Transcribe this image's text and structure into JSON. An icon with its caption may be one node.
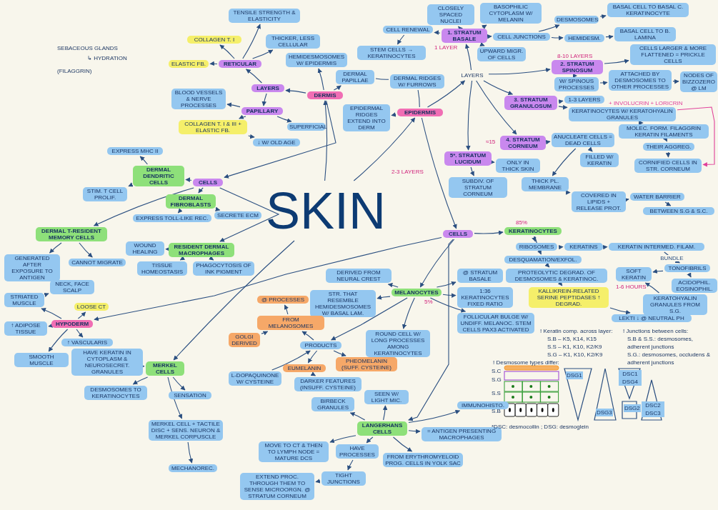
{
  "diagram": {
    "nodes": [
      {
        "text": [
          "SKIN"
        ]
      },
      {
        "text": [
          "DERMIS"
        ]
      },
      {
        "text": [
          "HEMIDESMOSOMES W/ EPIDERMIS"
        ]
      },
      {
        "text": [
          "DERMAL PAPILLAE"
        ]
      },
      {
        "text": [
          "LAYERS"
        ]
      },
      {
        "text": [
          "RETICULAR"
        ]
      },
      {
        "text": [
          "COLLAGEN T. I"
        ]
      },
      {
        "text": [
          "TENSILE STRENGTH & ELASTICITY"
        ]
      },
      {
        "text": [
          "ELASTIC FB."
        ]
      },
      {
        "text": [
          "THICKER, LESS CELLULAR"
        ]
      },
      {
        "text": [
          "PAPILLARY"
        ]
      },
      {
        "text": [
          "BLOOD VESSELS & NERVE PROCESSES"
        ]
      },
      {
        "text": [
          "SUPERFICIAL"
        ]
      },
      {
        "text": [
          "COLLAGEN T. I & III + ELASTIC FB."
        ]
      },
      {
        "text": [
          "↓ W/ OLD AGE"
        ]
      },
      {
        "text": [
          "CELLS"
        ]
      },
      {
        "text": [
          "DERMAL DENDRITIC CELLS"
        ]
      },
      {
        "text": [
          "EXPRESS MHC II"
        ]
      },
      {
        "text": [
          "STIM. T CELL PROLIF."
        ]
      },
      {
        "text": [
          "DERMAL FIBROBLASTS"
        ]
      },
      {
        "text": [
          "SECRETE ECM"
        ]
      },
      {
        "text": [
          "EXPRESS TOLL-LIKE REC."
        ]
      },
      {
        "text": [
          "RESIDENT DERMAL MACROPHAGES"
        ]
      },
      {
        "text": [
          "WOUND HEALING"
        ]
      },
      {
        "text": [
          "TISSUE HOMEOSTASIS"
        ]
      },
      {
        "text": [
          "PHAGOCYTOSIS OF INK PIGMENT"
        ]
      },
      {
        "text": [
          "DERMAL T-RESIDENT MEMORY CELLS"
        ]
      },
      {
        "text": [
          "GENERATED AFTER EXPOSURE TO ANTIGEN"
        ]
      },
      {
        "text": [
          "CANNOT MIGRATE"
        ]
      },
      {
        "text": [
          "HYPODERM"
        ]
      },
      {
        "text": [
          "NECK, FACE SCALP"
        ]
      },
      {
        "text": [
          "STRIATED MUSCLE"
        ]
      },
      {
        "text": [
          "LOOSE CT"
        ]
      },
      {
        "text": [
          "↑ ADIPOSE TISSUE"
        ]
      },
      {
        "text": [
          "↑ VASCULARIS"
        ]
      },
      {
        "text": [
          "SMOOTH MUSCLE"
        ]
      },
      {
        "text": [
          "EPIDERMIS"
        ]
      },
      {
        "text": [
          "DERMAL RIDGES W/ FURROWS"
        ]
      },
      {
        "text": [
          "EPIDERMAL RIDGES EXTEND INTO DERM"
        ]
      },
      {
        "text": [
          "LAYERS"
        ]
      },
      {
        "text": [
          "1. STRATUM BASALE"
        ],
        "beside": [
          "1 LAYER"
        ]
      },
      {
        "text": [
          "CLOSELY SPACED NUCLEI"
        ]
      },
      {
        "text": [
          "BASOPHILIC CYTOPLASM W/ MELANIN"
        ]
      },
      {
        "text": [
          "CELL RENEWAL"
        ]
      },
      {
        "text": [
          "STEM CELLS → KERATINOCYTES"
        ]
      },
      {
        "text": [
          "CELL JUNCTIONS"
        ]
      },
      {
        "text": [
          "DESMOSOMES"
        ]
      },
      {
        "text": [
          "BASAL CELL TO BASAL C. KERATINOCYTE"
        ]
      },
      {
        "text": [
          "HEMIDESM."
        ]
      },
      {
        "text": [
          "BASAL CELL TO B. LAMINA"
        ]
      },
      {
        "text": [
          "UPWARD MIGR. OF CELLS"
        ]
      },
      {
        "text": [
          "2. STRATUM SPINOSUM"
        ],
        "beside": [
          "8-10 LAYERS"
        ]
      },
      {
        "text": [
          "CELLS LARGER & MORE FLATTENED = PRICKLE CELLS"
        ]
      },
      {
        "text": [
          "W/ SPINOUS PROCESSES"
        ]
      },
      {
        "text": [
          "ATTACHED BY DESMOSOMES TO OTHER PROCESSES"
        ]
      },
      {
        "text": [
          "NODES OF BIZZOZERO @ LM"
        ]
      },
      {
        "text": [
          "3. STRATUM GRANULOSUM"
        ]
      },
      {
        "text": [
          "1-3 LAYERS"
        ]
      },
      {
        "text": [
          "KERATINOCYTES W/ KERATOHYALIN GRANULES"
        ]
      },
      {
        "text": [
          "MOLEC. FORM. FILAGGRIN KERATIN FILAMENTS"
        ]
      },
      {
        "text": [
          "THEIR AGGREG."
        ]
      },
      {
        "text": [
          "CORNIFIED CELLS IN STR. CORNEUM"
        ]
      },
      {
        "text": [
          "4. STRATUM CORNEUM"
        ],
        "beside": [
          "≈15"
        ]
      },
      {
        "text": [
          "ANUCLEATE CELLS = DEAD CELLS"
        ]
      },
      {
        "text": [
          "FILLED W/ KERATIN"
        ]
      },
      {
        "text": [
          "THICK PL. MEMBRANE"
        ]
      },
      {
        "text": [
          "COVERED IN LIPIDS + RELEASE PROT."
        ]
      },
      {
        "text": [
          "WATER BARRIER"
        ]
      },
      {
        "text": [
          "BETWEEN S.G & S.C."
        ]
      },
      {
        "text": [
          "5*. STRATUM LUCIDUM"
        ],
        "beside": [
          "2-3 LAYERS"
        ]
      },
      {
        "text": [
          "ONLY IN THICK SKIN"
        ]
      },
      {
        "text": [
          "SUBDIV. OF STRATUM CORNEUM"
        ]
      },
      {
        "text": [
          "CELLS"
        ]
      },
      {
        "text": [
          "KERATINOCYTES"
        ],
        "beside": [
          "85%"
        ]
      },
      {
        "text": [
          "RIBOSOMES"
        ]
      },
      {
        "text": [
          "KERATINS"
        ]
      },
      {
        "text": [
          "KERATIN INTERMED. FILAM."
        ]
      },
      {
        "text": [
          "TONOFIBRILS"
        ]
      },
      {
        "text": [
          "ACIDOPHIL. EOSINOPHIL."
        ]
      },
      {
        "text": [
          "SOFT KERATIN"
        ],
        "beside": [
          "1-6 HOURS"
        ]
      },
      {
        "text": [
          "KERATOHYALIN GRANULES FROM S.G."
        ]
      },
      {
        "text": [
          "DESQUAMATION/EXFOL."
        ]
      },
      {
        "text": [
          "PROTEOLYTIC DEGRAD. OF DESMOSOMES & KERATINOC."
        ]
      },
      {
        "text": [
          "KALLIKREIN-RELATED SERINE PEPTIDASES ↑ DEGRAD."
        ]
      },
      {
        "text": [
          "LEKTI ↓ @ NEUTRAL PH"
        ]
      },
      {
        "text": [
          "MELANOCYTES"
        ],
        "beside": [
          "5%"
        ]
      },
      {
        "text": [
          "DERIVED FROM NEURAL CREST"
        ]
      },
      {
        "text": [
          "@ STRATUM BASALE"
        ]
      },
      {
        "text": [
          "1:36 KERATINOCYTES FIXED RATIO"
        ]
      },
      {
        "text": [
          "STR. THAT RESEMBLE HEMIDESMOSOMES W/ BASAL LAM."
        ]
      },
      {
        "text": [
          "ROUND CELL W/ LONG PROCESSES AMONG KERATINOCYTES"
        ]
      },
      {
        "text": [
          "FOLLICULAR BULGE W/ UNDIFF. MELANOC. STEM CELLS PAX3 ACTIVATED"
        ]
      },
      {
        "text": [
          "PRODUCTS"
        ]
      },
      {
        "text": [
          "FROM MELANOSOMES"
        ]
      },
      {
        "text": [
          "@ PROCESSES"
        ]
      },
      {
        "text": [
          "GOLGI DERIVED"
        ]
      },
      {
        "text": [
          "PHEOMELANIN (SUFF. CYSTEINE)"
        ]
      },
      {
        "text": [
          "EUMELANIN"
        ]
      },
      {
        "text": [
          "DARKER FEATURES (INSUFF. CYSTEINE)"
        ]
      },
      {
        "text": [
          "L-DOPAQUINONE W/ CYSTEINE"
        ]
      },
      {
        "text": [
          "MERKEL CELLS"
        ]
      },
      {
        "text": [
          "HAVE KERATIN IN CYTOPLASM & NEUROSECRET. GRANULES"
        ]
      },
      {
        "text": [
          "DESMOSOMES TO KERATINOCYTES"
        ]
      },
      {
        "text": [
          "SENSATION"
        ]
      },
      {
        "text": [
          "MERKEL CELL + TACTILE DISC + SENS. NEURON & MERKEL CORPUSCLE"
        ]
      },
      {
        "text": [
          "MECHANOREC."
        ]
      },
      {
        "text": [
          "LANGERHANS CELLS"
        ]
      },
      {
        "text": [
          "BIRBECK GRANULES"
        ]
      },
      {
        "text": [
          "SEEN W/ LIGHT MIC."
        ]
      },
      {
        "text": [
          "IMMUNOHISTO."
        ]
      },
      {
        "text": [
          "MOVE TO CT & THEN TO LYMPH NODE = MATURE DCS"
        ]
      },
      {
        "text": [
          "HAVE PROCESSES"
        ]
      },
      {
        "text": [
          "TIGHT JUNCTIONS"
        ]
      },
      {
        "text": [
          "EXTEND PROC. THROUGH THEM TO SENSE MICROORGN. @ STRATUM CORNEUM"
        ]
      },
      {
        "text": [
          "FROM ERYTHROMYELOID PROG. CELLS IN YOLK SAC"
        ]
      },
      {
        "text": [
          "= ANTIGEN PRESENTING MACROPHAGES"
        ]
      }
    ],
    "edges": [
      {
        "from": 0,
        "to": 1,
        "arrow": "to"
      },
      {
        "from": 1,
        "to": 2,
        "arrow": "to"
      },
      {
        "from": 1,
        "to": 3,
        "arrow": "to"
      },
      {
        "from": 1,
        "to": 4,
        "arrow": "to"
      },
      {
        "from": 4,
        "to": 5,
        "arrow": "to"
      },
      {
        "from": 5,
        "to": 6,
        "arrow": "to"
      },
      {
        "from": 5,
        "to": 7,
        "arrow": "to"
      },
      {
        "from": 5,
        "to": 8,
        "arrow": "to"
      },
      {
        "from": 5,
        "to": 9,
        "arrow": "to"
      },
      {
        "from": 4,
        "to": 10,
        "arrow": "to"
      },
      {
        "from": 10,
        "to": 11,
        "arrow": "to"
      },
      {
        "from": 10,
        "to": 12,
        "arrow": "to"
      },
      {
        "from": 10,
        "to": 13,
        "arrow": "to"
      },
      {
        "from": 13,
        "to": 14,
        "arrow": "to"
      },
      {
        "from": 1,
        "to": 15,
        "arrow": "to"
      },
      {
        "from": 15,
        "to": 16,
        "arrow": "to"
      },
      {
        "from": 16,
        "to": 17,
        "arrow": "to"
      },
      {
        "from": 16,
        "to": 18,
        "arrow": "to"
      },
      {
        "from": 15,
        "to": 19,
        "arrow": "to"
      },
      {
        "from": 19,
        "to": 20,
        "arrow": "to"
      },
      {
        "from": 19,
        "to": 21,
        "arrow": "to"
      },
      {
        "from": 15,
        "to": 22,
        "arrow": "to"
      },
      {
        "from": 22,
        "to": 23,
        "arrow": "to"
      },
      {
        "from": 22,
        "to": 24,
        "arrow": "to"
      },
      {
        "from": 22,
        "to": 25,
        "arrow": "to"
      },
      {
        "from": 15,
        "to": 26,
        "arrow": "to"
      },
      {
        "from": 26,
        "to": 27,
        "arrow": "to"
      },
      {
        "from": 26,
        "to": 28,
        "arrow": "to"
      },
      {
        "from": 72,
        "to": 29,
        "arrow": "to"
      },
      {
        "from": 29,
        "to": 31,
        "arrow": "to"
      },
      {
        "from": 31,
        "to": 30,
        "arrow": "to"
      },
      {
        "from": 29,
        "to": 32,
        "arrow": "to"
      },
      {
        "from": 29,
        "to": 33,
        "arrow": "to"
      },
      {
        "from": 29,
        "to": 34,
        "arrow": "to"
      },
      {
        "from": 29,
        "to": 35,
        "arrow": "to"
      },
      {
        "from": 0,
        "to": 36,
        "arrow": "to"
      },
      {
        "from": 3,
        "to": 37,
        "arrow": "none"
      },
      {
        "from": 36,
        "to": 37,
        "arrow": "none"
      },
      {
        "from": 36,
        "to": 38,
        "arrow": "to"
      },
      {
        "from": 36,
        "to": 39,
        "arrow": "to"
      },
      {
        "from": 39,
        "to": 40,
        "arrow": "to"
      },
      {
        "from": 40,
        "to": 41,
        "arrow": "to"
      },
      {
        "from": 40,
        "to": 42,
        "arrow": "to"
      },
      {
        "from": 40,
        "to": 43,
        "arrow": "to"
      },
      {
        "from": 43,
        "to": 44,
        "arrow": "to"
      },
      {
        "from": 40,
        "to": 45,
        "arrow": "to"
      },
      {
        "from": 45,
        "to": 46,
        "arrow": "to"
      },
      {
        "from": 46,
        "to": 47,
        "arrow": "to"
      },
      {
        "from": 45,
        "to": 48,
        "arrow": "to"
      },
      {
        "from": 48,
        "to": 49,
        "arrow": "to"
      },
      {
        "from": 40,
        "to": 50,
        "arrow": "to"
      },
      {
        "from": 39,
        "to": 51,
        "arrow": "to"
      },
      {
        "from": 51,
        "to": 52,
        "arrow": "to"
      },
      {
        "from": 51,
        "to": 53,
        "arrow": "to"
      },
      {
        "from": 53,
        "to": 54,
        "arrow": "to"
      },
      {
        "from": 54,
        "to": 55,
        "arrow": "to"
      },
      {
        "from": 39,
        "to": 56,
        "arrow": "to"
      },
      {
        "from": 56,
        "to": 57,
        "arrow": "to"
      },
      {
        "from": 56,
        "to": 58,
        "arrow": "to"
      },
      {
        "from": 58,
        "to": 59,
        "arrow": "to"
      },
      {
        "from": 59,
        "to": 60,
        "arrow": "to"
      },
      {
        "from": 60,
        "to": 61,
        "arrow": "to"
      },
      {
        "from": 58,
        "to": 61,
        "arrow": "to",
        "label": "+ INVOLUCRIN + LORICRIN",
        "color": "#e0409a"
      },
      {
        "from": 39,
        "to": 62,
        "arrow": "to"
      },
      {
        "from": 62,
        "to": 63,
        "arrow": "to"
      },
      {
        "from": 63,
        "to": 64,
        "arrow": "to"
      },
      {
        "from": 63,
        "to": 65,
        "arrow": "to"
      },
      {
        "from": 65,
        "to": 66,
        "arrow": "to"
      },
      {
        "from": 66,
        "to": 67,
        "arrow": "to"
      },
      {
        "from": 67,
        "to": 68,
        "arrow": "to"
      },
      {
        "from": 39,
        "to": 69,
        "arrow": "to"
      },
      {
        "from": 69,
        "to": 70,
        "arrow": "to"
      },
      {
        "from": 69,
        "to": 71,
        "arrow": "to"
      },
      {
        "from": 36,
        "to": 72,
        "arrow": "to"
      },
      {
        "from": 72,
        "to": 73,
        "arrow": "to"
      },
      {
        "from": 73,
        "to": 74,
        "arrow": "to"
      },
      {
        "from": 74,
        "to": 75,
        "arrow": "to"
      },
      {
        "from": 75,
        "to": 76,
        "arrow": "to"
      },
      {
        "from": 76,
        "to": 77,
        "arrow": "to",
        "label": "BUNDLE"
      },
      {
        "from": 77,
        "to": 78,
        "arrow": "to"
      },
      {
        "from": 77,
        "to": 79,
        "arrow": "to"
      },
      {
        "from": 80,
        "to": 79,
        "arrow": "to"
      },
      {
        "from": 73,
        "to": 81,
        "arrow": "to"
      },
      {
        "from": 81,
        "to": 82,
        "arrow": "to"
      },
      {
        "from": 82,
        "to": 83,
        "arrow": "to"
      },
      {
        "from": 83,
        "to": 84,
        "arrow": "to"
      },
      {
        "from": 72,
        "to": 85,
        "arrow": "to"
      },
      {
        "from": 85,
        "to": 86,
        "arrow": "to"
      },
      {
        "from": 85,
        "to": 87,
        "arrow": "to"
      },
      {
        "from": 85,
        "to": 88,
        "arrow": "to"
      },
      {
        "from": 85,
        "to": 89,
        "arrow": "to"
      },
      {
        "from": 85,
        "to": 90,
        "arrow": "to"
      },
      {
        "from": 85,
        "to": 91,
        "arrow": "to"
      },
      {
        "from": 85,
        "to": 92,
        "arrow": "to"
      },
      {
        "from": 92,
        "to": 93,
        "arrow": "to"
      },
      {
        "from": 93,
        "to": 94,
        "arrow": "to"
      },
      {
        "from": 95,
        "to": 93,
        "arrow": "to"
      },
      {
        "from": 92,
        "to": 96,
        "arrow": "to"
      },
      {
        "from": 92,
        "to": 97,
        "arrow": "to"
      },
      {
        "from": 97,
        "to": 98,
        "arrow": "to"
      },
      {
        "from": 99,
        "to": 92,
        "arrow": "to"
      },
      {
        "from": 0,
        "to": 100,
        "arrow": "to"
      },
      {
        "from": 100,
        "to": 101,
        "arrow": "to"
      },
      {
        "from": 100,
        "to": 102,
        "arrow": "to"
      },
      {
        "from": 100,
        "to": 103,
        "arrow": "to"
      },
      {
        "from": 100,
        "to": 104,
        "arrow": "to"
      },
      {
        "from": 104,
        "to": 105,
        "arrow": "to"
      },
      {
        "from": 72,
        "to": 106,
        "arrow": "to"
      },
      {
        "from": 106,
        "to": 107,
        "arrow": "to"
      },
      {
        "from": 106,
        "to": 108,
        "arrow": "to"
      },
      {
        "from": 106,
        "to": 109,
        "arrow": "to"
      },
      {
        "from": 106,
        "to": 110,
        "arrow": "to"
      },
      {
        "from": 106,
        "to": 111,
        "arrow": "to"
      },
      {
        "from": 111,
        "to": 112,
        "arrow": "to"
      },
      {
        "from": 112,
        "to": 113,
        "arrow": "to"
      },
      {
        "from": 106,
        "to": 114,
        "arrow": "to"
      },
      {
        "from": 106,
        "to": 115,
        "arrow": "to"
      }
    ],
    "labels": [
      "SEBACEOUS GLANDS",
      "↳ HYDRATION",
      "(FILAGGRIN)",
      "! Keratin comp. across layer:",
      "S.B – K5, K14, K15",
      "S.S – K1, K10, K2/K9",
      "S.G – K1, K10, K2/K9",
      "! Junctions between cells:",
      "S.B & S.S.: desmosomes, adherent junctions",
      "S.G.: desmosomes, occludens & adherent junctions",
      "! Desmosome types differ:",
      "S.C",
      "S.G",
      "S.S",
      "S.B",
      "DSG1",
      "DSG3",
      "DSC1 DSG4",
      "DSG2",
      "DSC2 DSC3",
      "*DSC: desmocollin ; DSG: desmoglein"
    ]
  }
}
